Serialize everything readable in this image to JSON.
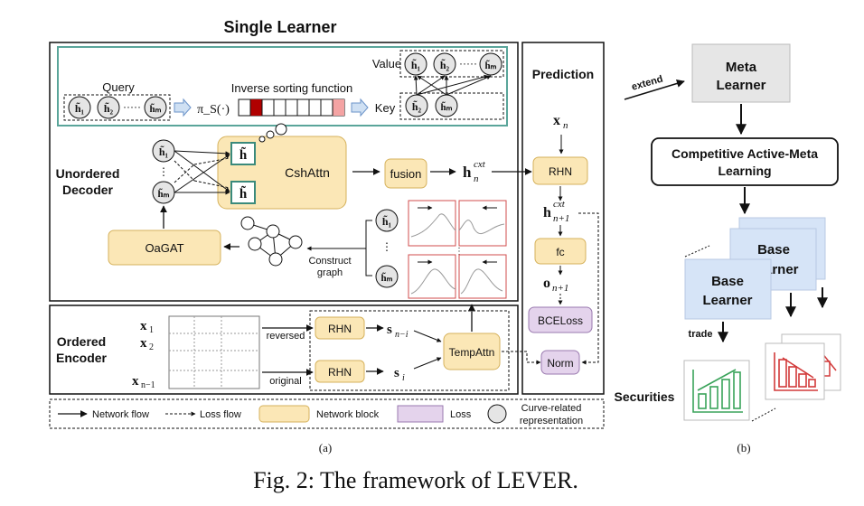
{
  "title": "Single Learner",
  "panel_a": {
    "query_label": "Query",
    "value_label": "Value",
    "key_label": "Key",
    "inverse_sort_label": "Inverse sorting function",
    "pi_label": "π_S(·)",
    "unordered_decoder": "Unordered",
    "unordered_decoder2": "Decoder",
    "cshattn": "CshAttn",
    "fusion": "fusion",
    "h_cxt": "h",
    "h_cxt_sup": "cxt",
    "h_cxt_sub": "n",
    "oagat": "OaGAT",
    "construct_graph1": "Construct",
    "construct_graph2": "graph",
    "ordered_encoder1": "Ordered",
    "ordered_encoder2": "Encoder",
    "reversed": "reversed",
    "original": "original",
    "rhn": "RHN",
    "s_n_i": "s",
    "s_n_i_sub": "n−i",
    "s_i": "s",
    "s_i_sub": "i",
    "tempattn": "TempAttn",
    "x1": "x",
    "x1_sub": "1",
    "x2": "x",
    "x2_sub": "2",
    "xn1": "x",
    "xn1_sub": "n−1"
  },
  "prediction": {
    "title": "Prediction",
    "xn": "x",
    "xn_sub": "n",
    "rhn": "RHN",
    "h_next": "h",
    "h_next_sup": "cxt",
    "h_next_sub": "n+1",
    "fc": "fc",
    "o_next": "o",
    "o_next_sub": "n+1",
    "bceloss": "BCELoss",
    "norm": "Norm"
  },
  "legend": {
    "network_flow": "Network flow",
    "loss_flow": "Loss flow",
    "network_block": "Network block",
    "loss": "Loss",
    "curve_rep1": "Curve-related",
    "curve_rep2": "representation"
  },
  "panel_b": {
    "extend": "extend",
    "meta_learner1": "Meta",
    "meta_learner2": "Learner",
    "caml1": "Competitive Active-Meta",
    "caml2": "Learning",
    "base_back1": "Base",
    "base_back2": "Learner",
    "base_front1": "Base",
    "base_front2": "Learner",
    "trade": "trade",
    "securities": "Securities"
  },
  "sub_a": "(a)",
  "sub_b": "(b)",
  "caption": "Fig. 2: The framework of LEVER.",
  "colors": {
    "network_block": "#fbe7b6",
    "network_block_border": "#d6b25c",
    "loss_block": "#e4d3ec",
    "loss_block_border": "#9a7aaf",
    "learner_block": "#d6e4f7",
    "meta_block": "#e6e6e6",
    "teal_border": "#5aa59a",
    "red_curve_box": "#d24c4c",
    "green_icon": "#3aa35a",
    "red_icon": "#d23a3a"
  }
}
